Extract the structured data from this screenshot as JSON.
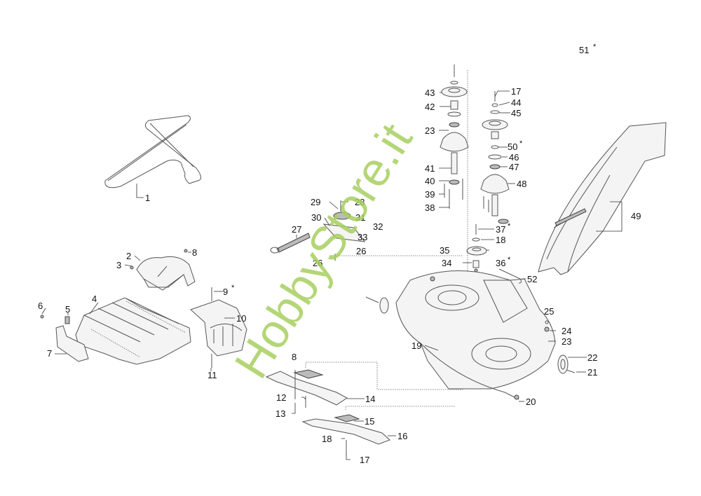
{
  "diagram": {
    "title": "Mower deck exploded parts diagram",
    "watermark": "HobbyStore.it",
    "watermark_color": "#a8d060",
    "labels": {
      "l1": "1",
      "l2": "2",
      "l3": "3",
      "l4": "4",
      "l5": "5",
      "l6": "6",
      "l7": "7",
      "l8a": "8",
      "l8b": "8",
      "l9": "9",
      "l10": "10",
      "l11": "11",
      "l12": "12",
      "l13": "13",
      "l14": "14",
      "l15": "15",
      "l16": "16",
      "l17a": "17",
      "l17b": "17",
      "l18a": "18",
      "l18b": "18",
      "l19": "19",
      "l20": "20",
      "l21": "21",
      "l22": "22",
      "l23a": "23",
      "l23b": "23",
      "l24": "24",
      "l25": "25",
      "l26": "26",
      "l27": "27",
      "l28": "28",
      "l29": "29",
      "l30": "30",
      "l31": "31",
      "l32": "32",
      "l33": "33",
      "l26b": "26",
      "l34": "34",
      "l35": "35",
      "l36": "36",
      "l37": "37",
      "l38": "38",
      "l39": "39",
      "l40": "40",
      "l41": "41",
      "l42": "42",
      "l43": "43",
      "l44": "44",
      "l45": "45",
      "l46": "46",
      "l47": "47",
      "l48": "48",
      "l49": "49",
      "l50": "50",
      "l51": "51",
      "l52": "52"
    },
    "asterisk": "*"
  }
}
